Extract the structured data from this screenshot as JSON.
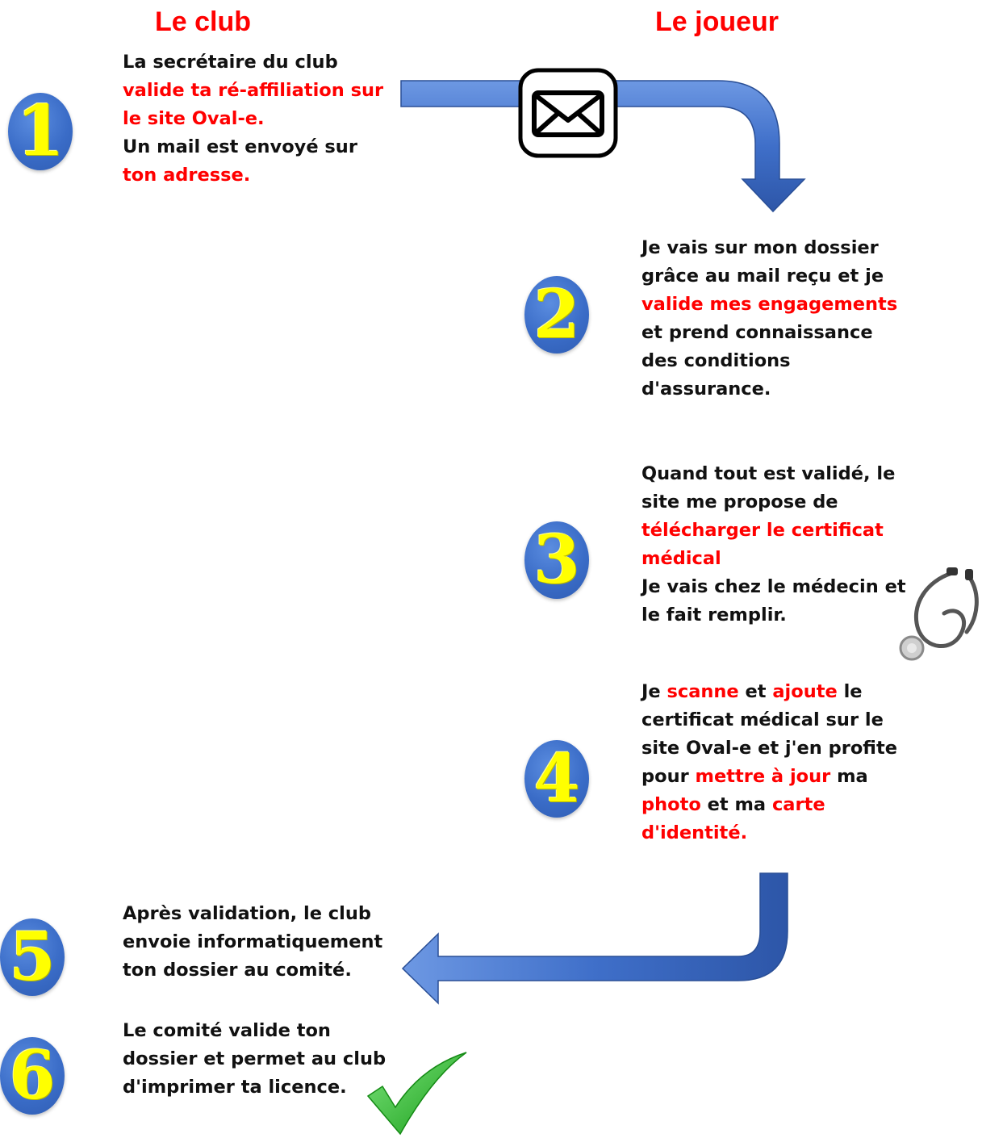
{
  "headers": {
    "club": "Le club",
    "joueur": "Le joueur"
  },
  "steps": [
    {
      "number": "1",
      "lines": [
        [
          {
            "t": "La secrétaire du club",
            "red": false
          }
        ],
        [
          {
            "t": "valide ta ré-affiliation sur",
            "red": true
          }
        ],
        [
          {
            "t": "le site Oval-e.",
            "red": true
          }
        ],
        [
          {
            "t": "Un mail est envoyé sur",
            "red": false
          }
        ],
        [
          {
            "t": "ton adresse.",
            "red": true
          }
        ]
      ]
    },
    {
      "number": "2",
      "lines": [
        [
          {
            "t": "Je vais sur mon dossier",
            "red": false
          }
        ],
        [
          {
            "t": "grâce au mail reçu et je",
            "red": false
          }
        ],
        [
          {
            "t": "valide mes engagements",
            "red": true
          }
        ],
        [
          {
            "t": "et prend connaissance",
            "red": false
          }
        ],
        [
          {
            "t": "des conditions",
            "red": false
          }
        ],
        [
          {
            "t": "d'assurance.",
            "red": false
          }
        ]
      ]
    },
    {
      "number": "3",
      "lines": [
        [
          {
            "t": "Quand tout est validé, le",
            "red": false
          }
        ],
        [
          {
            "t": "site me propose de",
            "red": false
          }
        ],
        [
          {
            "t": "télécharger le certificat",
            "red": true
          }
        ],
        [
          {
            "t": "médical",
            "red": true
          }
        ],
        [
          {
            "t": "Je vais chez le médecin et",
            "red": false
          }
        ],
        [
          {
            "t": "le fait remplir.",
            "red": false
          }
        ]
      ]
    },
    {
      "number": "4",
      "lines": [
        [
          {
            "t": "Je ",
            "red": false
          },
          {
            "t": "scanne",
            "red": true
          },
          {
            "t": " et ",
            "red": false
          },
          {
            "t": "ajoute",
            "red": true
          },
          {
            "t": " le",
            "red": false
          }
        ],
        [
          {
            "t": "certificat médical sur le",
            "red": false
          }
        ],
        [
          {
            "t": "site Oval-e et j'en profite",
            "red": false
          }
        ],
        [
          {
            "t": "pour ",
            "red": false
          },
          {
            "t": "mettre à jour",
            "red": true
          },
          {
            "t": " ma",
            "red": false
          }
        ],
        [
          {
            "t": "photo",
            "red": true
          },
          {
            "t": " et ma ",
            "red": false
          },
          {
            "t": "carte",
            "red": true
          }
        ],
        [
          {
            "t": "d'identité.",
            "red": true
          }
        ]
      ]
    },
    {
      "number": "5",
      "lines": [
        [
          {
            "t": "Après validation, le club",
            "red": false
          }
        ],
        [
          {
            "t": "envoie informatiquement",
            "red": false
          }
        ],
        [
          {
            "t": "ton dossier au comité.",
            "red": false
          }
        ]
      ]
    },
    {
      "number": "6",
      "lines": [
        [
          {
            "t": "Le comité valide ton",
            "red": false
          }
        ],
        [
          {
            "t": "dossier et permet au club",
            "red": false
          }
        ],
        [
          {
            "t": "d'imprimer ta licence.",
            "red": false
          }
        ]
      ]
    }
  ],
  "icons": [
    "envelope-icon",
    "stethoscope-icon",
    "checkmark-icon",
    "curved-arrow-down",
    "curved-arrow-left"
  ],
  "colors": {
    "accent": "#ff0000",
    "text": "#111111",
    "badge": "#3a6cc7",
    "digit": "#ffff00",
    "arrow": "#3f6fc9",
    "check": "#2fbf2f"
  }
}
